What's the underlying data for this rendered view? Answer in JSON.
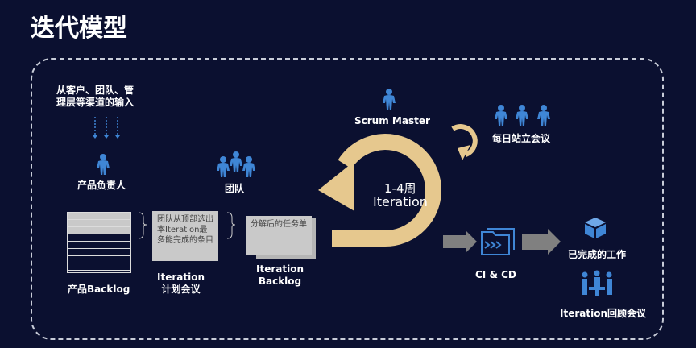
{
  "title": "迭代模型",
  "inputs": "从客户、团队、管\n理层等渠道的输入",
  "product_owner": "产品负责人",
  "team": "团队",
  "product_backlog": "产品Backlog",
  "planning_box": "团队从顶部选出本Iteration最多能完成的条目",
  "planning_label": "Iteration\n计划会议",
  "tasks_box": "分解后的任务单",
  "iteration_backlog": "Iteration\nBacklog",
  "scrum_master": "Scrum Master",
  "daily_standup": "每日站立会议",
  "iteration_period": "1-4周",
  "iteration_word": "Iteration",
  "cicd": "CI & CD",
  "done_work": "已完成的工作",
  "retro": "Iteration回顾会议",
  "colors": {
    "bg": "#0b1030",
    "icon": "#3f86d6",
    "loop": "#e6c88e",
    "arrow": "#808080"
  }
}
